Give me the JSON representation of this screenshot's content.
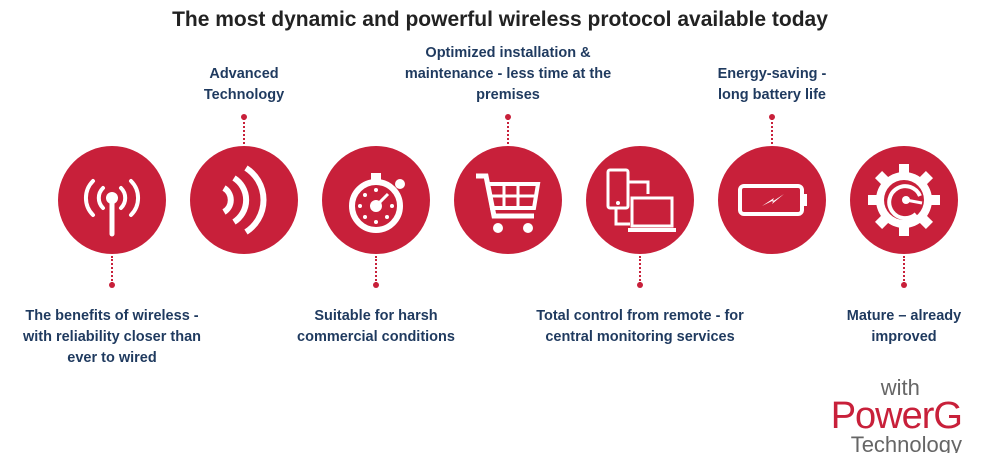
{
  "title": "The most dynamic and powerful wireless protocol available today",
  "colors": {
    "accent": "#c8203a",
    "text": "#1f3a5f"
  },
  "features": [
    {
      "icon": "antenna-icon",
      "label_lines": [
        "The benefits of wireless -",
        "with reliability closer than",
        "ever to wired"
      ],
      "position": "bottom"
    },
    {
      "icon": "wireless-waves-icon",
      "label_lines": [
        "Advanced",
        "Technology"
      ],
      "position": "top"
    },
    {
      "icon": "stopwatch-icon",
      "label_lines": [
        "Suitable for harsh",
        "commercial conditions"
      ],
      "position": "bottom"
    },
    {
      "icon": "shopping-cart-icon",
      "label_lines": [
        "Optimized installation &",
        "maintenance - less time at the premises"
      ],
      "position": "top"
    },
    {
      "icon": "devices-icon",
      "label_lines": [
        "Total control from remote - for",
        "central monitoring services"
      ],
      "position": "bottom"
    },
    {
      "icon": "battery-icon",
      "label_lines": [
        "Energy-saving -",
        "long battery life"
      ],
      "position": "top"
    },
    {
      "icon": "gear-gauge-icon",
      "label_lines": [
        "Mature – already",
        "improved"
      ],
      "position": "bottom"
    }
  ],
  "logo": {
    "with": "with",
    "brand": "PowerG",
    "tech": "Technology"
  }
}
